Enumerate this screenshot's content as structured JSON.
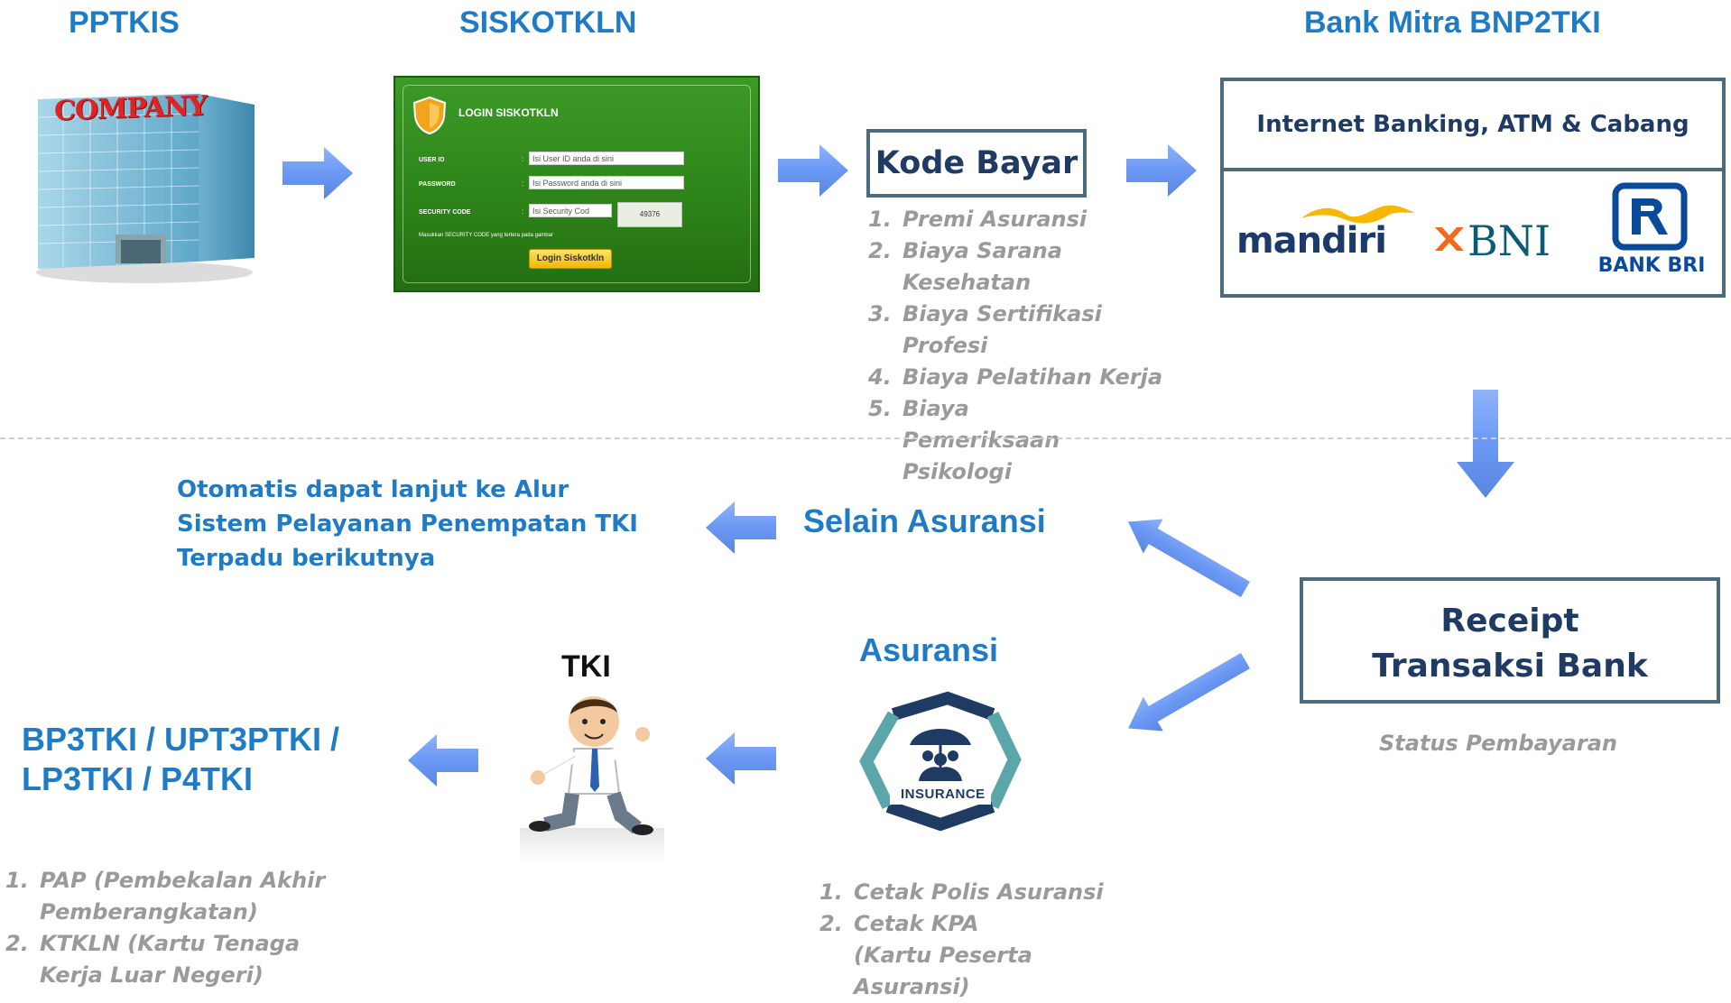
{
  "headings": {
    "pptkis": "PPTKIS",
    "siskotkln": "SISKOTKLN",
    "bank_mitra": "Bank Mitra BNP2TKI"
  },
  "company_sign": "COMPANY",
  "login": {
    "title": "LOGIN SISKOTKLN",
    "user_id_label": "USER ID",
    "password_label": "PASSWORD",
    "security_label": "SECURITY CODE",
    "user_id_placeholder": "Isi User ID anda di sini",
    "password_placeholder": "Isi Password anda di sini",
    "security_placeholder": "Isi Security Cod",
    "captcha": "49376",
    "note": "Masukkan SECURITY CODE yang tertera pada gambar",
    "button": "Login Siskotkln"
  },
  "kode_bayar": {
    "title": "Kode Bayar",
    "items": [
      {
        "num": "1.",
        "text": "Premi Asuransi"
      },
      {
        "num": "2.",
        "text": "Biaya Sarana Kesehatan"
      },
      {
        "num": "3.",
        "text": "Biaya Sertifikasi Profesi"
      },
      {
        "num": "4.",
        "text": "Biaya Pelatihan Kerja"
      },
      {
        "num": "5.",
        "text": "Biaya Pemeriksaan Psikologi"
      }
    ]
  },
  "bank_box": {
    "header": "Internet Banking, ATM & Cabang",
    "banks": {
      "mandiri": "mandiri",
      "bni": "BNI",
      "bri": "BANK BRI"
    }
  },
  "receipt": {
    "title": "Receipt Transaksi Bank",
    "caption": "Status Pembayaran"
  },
  "selain_asuransi": "Selain Asuransi",
  "otomatis_text": "Otomatis dapat lanjut ke Alur Sistem Pelayanan Penempatan TKI Terpadu berikutnya",
  "asuransi": {
    "title": "Asuransi",
    "logo_text": "INSURANCE",
    "items": [
      {
        "num": "1.",
        "text": "Cetak Polis Asuransi"
      },
      {
        "num": "2.",
        "text": "Cetak KPA (Kartu Peserta Asuransi)"
      }
    ]
  },
  "tki": "TKI",
  "bp3tki": {
    "title": "BP3TKI / UPT3PTKI / LP3TKI / P4TKI",
    "items": [
      {
        "num": "1.",
        "text": "PAP (Pembekalan Akhir Pemberangkatan)"
      },
      {
        "num": "2.",
        "text": "KTKLN (Kartu Tenaga Kerja Luar Negeri)"
      }
    ]
  },
  "colors": {
    "heading_blue": "#1f7cc4",
    "navy": "#1f3b64",
    "arrow_blue": "#6d9bf5",
    "box_border": "#4e6b7e",
    "gray_text": "#9a9a9a",
    "login_green": "#2d8519"
  }
}
